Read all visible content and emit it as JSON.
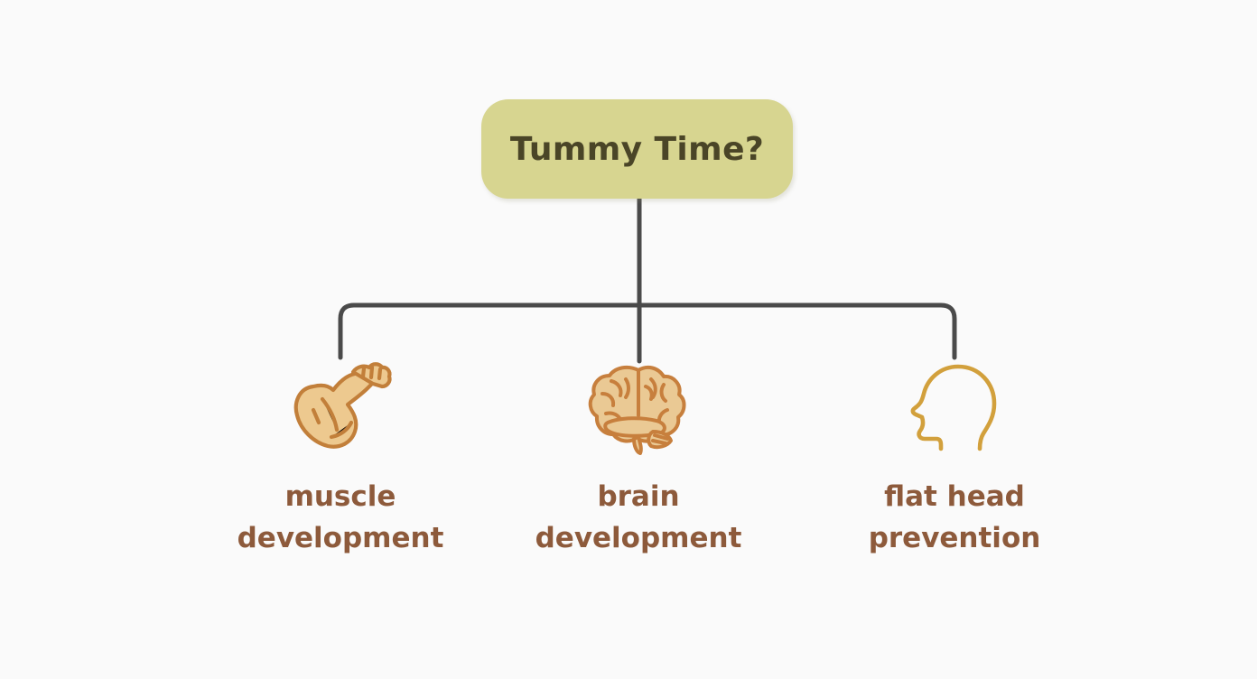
{
  "diagram": {
    "type": "mind-map",
    "background_color": "#fafafa",
    "root": {
      "label": "Tummy Time?",
      "fill_color": "#d7d590",
      "text_color": "#4a4527"
    },
    "connector": {
      "color": "#4a4a4a",
      "stroke_width": 5
    },
    "branches": [
      {
        "id": "muscle",
        "icon": "flexed-bicep-icon",
        "label": "muscle\ndevelopment",
        "label_color": "#8d5a3b",
        "icon_fill": "#edc98f",
        "icon_stroke": "#c27f3a"
      },
      {
        "id": "brain",
        "icon": "brain-icon",
        "label": "brain\ndevelopment",
        "label_color": "#8d5a3b",
        "icon_fill": "#eac994",
        "icon_stroke": "#c77f3d"
      },
      {
        "id": "head",
        "icon": "head-profile-icon",
        "label": "flat head\nprevention",
        "label_color": "#8d5a3b",
        "icon_fill": "#fdfaf4",
        "icon_stroke": "#d2a03c"
      }
    ]
  }
}
